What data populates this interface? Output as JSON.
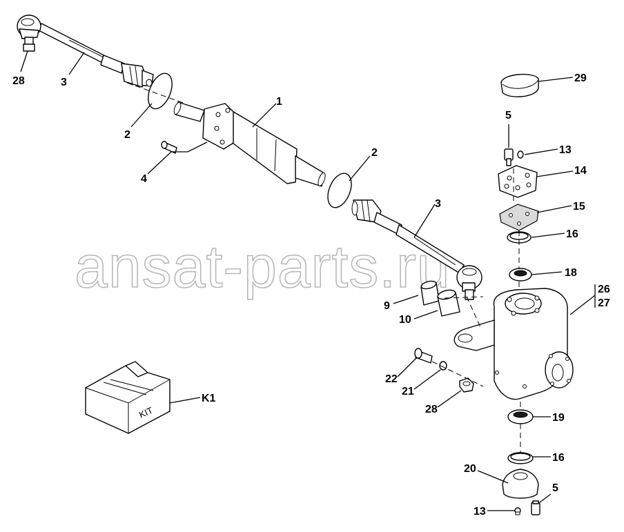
{
  "watermark": "ansat-parts.ru",
  "kit_box_label": "KIT",
  "callouts": {
    "c28_top": "28",
    "c3_left": "3",
    "c2_left": "2",
    "c1": "1",
    "c4": "4",
    "c2_right": "2",
    "c3_right": "3",
    "c29": "29",
    "c5_top": "5",
    "c13_top": "13",
    "c14": "14",
    "c15": "15",
    "c16_top": "16",
    "c18": "18",
    "c26": "26",
    "c27": "27",
    "c9": "9",
    "c10": "10",
    "c22": "22",
    "c21": "21",
    "c28_bottom": "28",
    "cK1": "K1",
    "c19": "19",
    "c16_bottom": "16",
    "c20": "20",
    "c5_bottom": "5",
    "c13_bottom": "13"
  }
}
